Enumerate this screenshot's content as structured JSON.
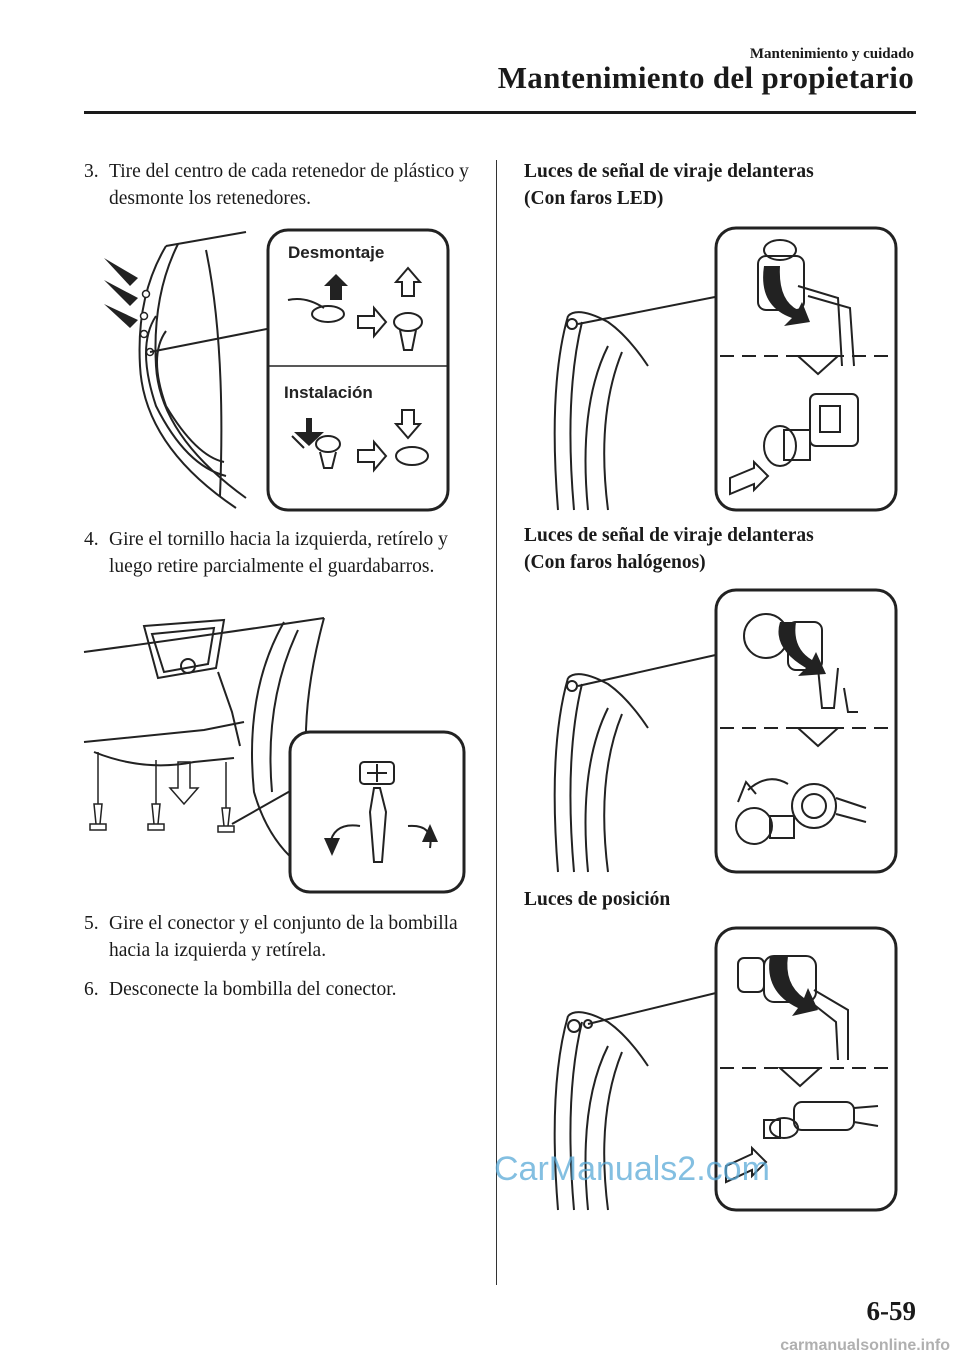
{
  "header": {
    "section": "Mantenimiento y cuidado",
    "title": "Mantenimiento del propietario"
  },
  "left_column": {
    "step3": {
      "num": "3.",
      "text": "Tire del centro de cada retenedor de plástico y desmonte los retenedores."
    },
    "figure1": {
      "label_top": "Desmontaje",
      "label_bottom": "Instalación"
    },
    "step4": {
      "num": "4.",
      "text": "Gire el tornillo hacia la izquierda, retírelo y luego retire parcialmente el guardabarros."
    },
    "step5": {
      "num": "5.",
      "text": "Gire el conector y el conjunto de la bombilla hacia la izquierda y retírela."
    },
    "step6": {
      "num": "6.",
      "text": "Desconecte la bombilla del conector."
    }
  },
  "right_column": {
    "heading_led": {
      "line1": "Luces de señal de viraje delanteras",
      "line2": "(Con faros LED)"
    },
    "heading_halogen": {
      "line1": "Luces de señal de viraje delanteras",
      "line2": "(Con faros halógenos)"
    },
    "heading_position": "Luces de posición"
  },
  "page_number": "6-59",
  "watermark": "CarManuals2.com",
  "footer_site": "carmanualsonline.info"
}
